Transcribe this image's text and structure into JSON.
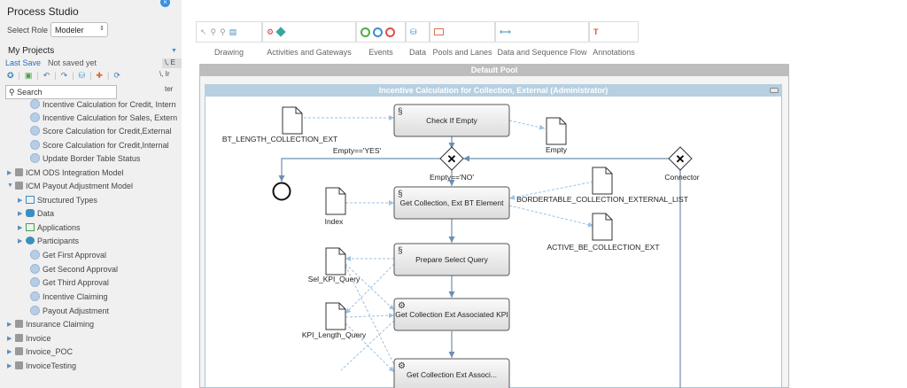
{
  "sidebar": {
    "app_title": "Process Studio",
    "close_icon": "×",
    "role_label": "Select Role",
    "role_value": "Modeler",
    "my_projects": "My Projects",
    "last_save": "Last Save",
    "not_saved": "Not saved yet",
    "cut_text_1": "\\, E",
    "cut_text_2": "\\, Ir",
    "cut_text_3": "ter",
    "search_placeholder": "Search",
    "tree": [
      {
        "label": "Incentive Calculation for Credit, Intern",
        "level": 3,
        "icon": "gear-icon"
      },
      {
        "label": "Incentive Calculation for Sales, Extern",
        "level": 3,
        "icon": "gear-icon"
      },
      {
        "label": "Score Calculation for Credit,External",
        "level": 3,
        "icon": "gear-icon"
      },
      {
        "label": "Score Calculation for Credit,Internal",
        "level": 3,
        "icon": "gear-icon"
      },
      {
        "label": "Update Border Table Status",
        "level": 3,
        "icon": "gear-icon"
      },
      {
        "label": "ICM ODS Integration Model",
        "level": 1,
        "icon": "package-icon",
        "expanded": false
      },
      {
        "label": "ICM Payout Adjustment Model",
        "level": 1,
        "icon": "package-icon",
        "expanded": true
      },
      {
        "label": "Structured Types",
        "level": 2,
        "icon": "structured-types-icon",
        "expanded": false
      },
      {
        "label": "Data",
        "level": 2,
        "icon": "database-icon",
        "expanded": false
      },
      {
        "label": "Applications",
        "level": 2,
        "icon": "applications-icon",
        "expanded": false
      },
      {
        "label": "Participants",
        "level": 2,
        "icon": "participants-icon",
        "expanded": false
      },
      {
        "label": "Get First Approval",
        "level": 3,
        "icon": "gear-icon"
      },
      {
        "label": "Get Second Approval",
        "level": 3,
        "icon": "gear-icon"
      },
      {
        "label": "Get Third Approval",
        "level": 3,
        "icon": "gear-icon"
      },
      {
        "label": "Incentive Claiming",
        "level": 3,
        "icon": "gear-icon"
      },
      {
        "label": "Payout Adjustment",
        "level": 3,
        "icon": "gear-icon"
      },
      {
        "label": "Insurance Claiming",
        "level": 1,
        "icon": "package-icon",
        "expanded": false
      },
      {
        "label": "Invoice",
        "level": 1,
        "icon": "package-icon",
        "expanded": false
      },
      {
        "label": "Invoice_POC",
        "level": 1,
        "icon": "package-icon",
        "expanded": false
      },
      {
        "label": "InvoiceTesting",
        "level": 1,
        "icon": "package-icon",
        "expanded": false
      }
    ]
  },
  "palette": {
    "groups": [
      {
        "label": "Drawing"
      },
      {
        "label": "Activities and Gateways"
      },
      {
        "label": "Events"
      },
      {
        "label": "Data"
      },
      {
        "label": "Pools and Lanes"
      },
      {
        "label": "Data and Sequence Flow"
      },
      {
        "label": "Annotations"
      }
    ]
  },
  "diagram": {
    "pool_title": "Default Pool",
    "lane_title": "Incentive Calculation for Collection, External (Administrator)",
    "activities": [
      {
        "label": "Check If Empty"
      },
      {
        "label": "Get Collection, Ext BT Element"
      },
      {
        "label": "Prepare Select Query"
      },
      {
        "label": "Get Collection Ext Associated KPI"
      },
      {
        "label": "Get Collection Ext Associ..."
      }
    ],
    "data_objects": [
      {
        "label": "BT_LENGTH_COLLECTION_EXT"
      },
      {
        "label": "Empty"
      },
      {
        "label": "Index"
      },
      {
        "label": "BORDERTABLE_COLLECTION_EXTERNAL_LIST"
      },
      {
        "label": "ACTIVE_BE_COLLECTION_EXT"
      },
      {
        "label": "Sel_KPI_Query"
      },
      {
        "label": "KPI_Length_Query"
      }
    ],
    "gateway_labels": {
      "yes": "Empty=='YES'",
      "no": "Empty=='NO'",
      "connector": "Connector"
    }
  }
}
